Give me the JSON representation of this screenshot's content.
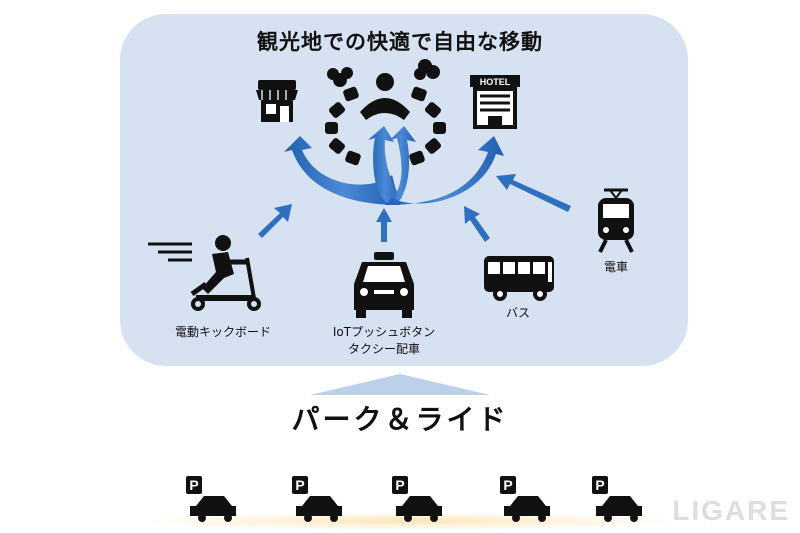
{
  "title": "観光地での快適で自由な移動",
  "hotel_sign": "HOTEL",
  "modes": {
    "scooter": "電動キックボード",
    "taxi_line1": "IoTプッシュボタン",
    "taxi_line2": "タクシー配車",
    "bus": "バス",
    "train": "電車"
  },
  "park_and_ride": "パーク＆ライド",
  "parking_letter": "P",
  "logo": "LIGARE",
  "colors": {
    "panel": "#d6e1f1",
    "arrow": "#2e6fbf",
    "ground": "#fbeccb"
  }
}
